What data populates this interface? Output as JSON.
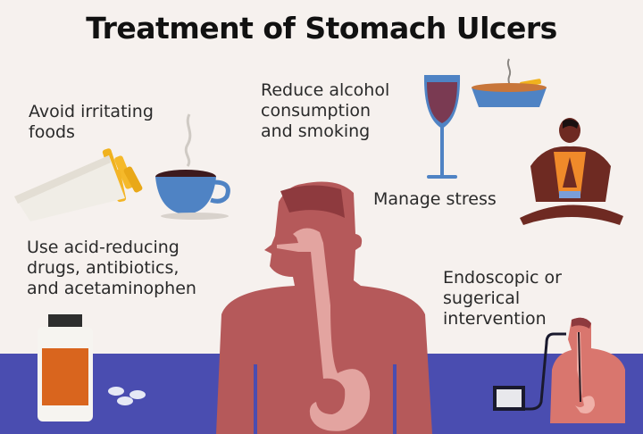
{
  "title": "Treatment of Stomach Ulcers",
  "colors": {
    "background": "#f6f1ee",
    "band": "#4a4db0",
    "body": "#b5595a",
    "digestive_tract": "#e3a4a0",
    "cup": "#4f83c4",
    "fries": "#f0b21e",
    "bottle_label": "#d9651e",
    "meditator_skin": "#6e2a22",
    "meditator_shirt": "#f08a2a"
  },
  "treatments": [
    {
      "id": "foods",
      "label_lines": [
        "Avoid irritating",
        "foods"
      ],
      "icons": [
        "french-fries-icon",
        "coffee-cup-icon"
      ]
    },
    {
      "id": "alcohol",
      "label_lines": [
        "Reduce alcohol",
        "consumption",
        "and smoking"
      ],
      "icons": [
        "wine-glass-icon",
        "ashtray-icon"
      ]
    },
    {
      "id": "stress",
      "label_lines": [
        "Manage stress"
      ],
      "icons": [
        "meditating-person-icon"
      ]
    },
    {
      "id": "drugs",
      "label_lines": [
        "Use acid-reducing",
        "drugs, antibiotics,",
        "and acetaminophen"
      ],
      "icons": [
        "pill-bottle-icon",
        "pills-icon"
      ]
    },
    {
      "id": "surgery",
      "label_lines": [
        "Endoscopic or",
        "sugerical",
        "intervention"
      ],
      "icons": [
        "endoscope-monitor-icon",
        "patient-figure-icon"
      ]
    }
  ],
  "center_figure": "human-digestive-system-icon"
}
